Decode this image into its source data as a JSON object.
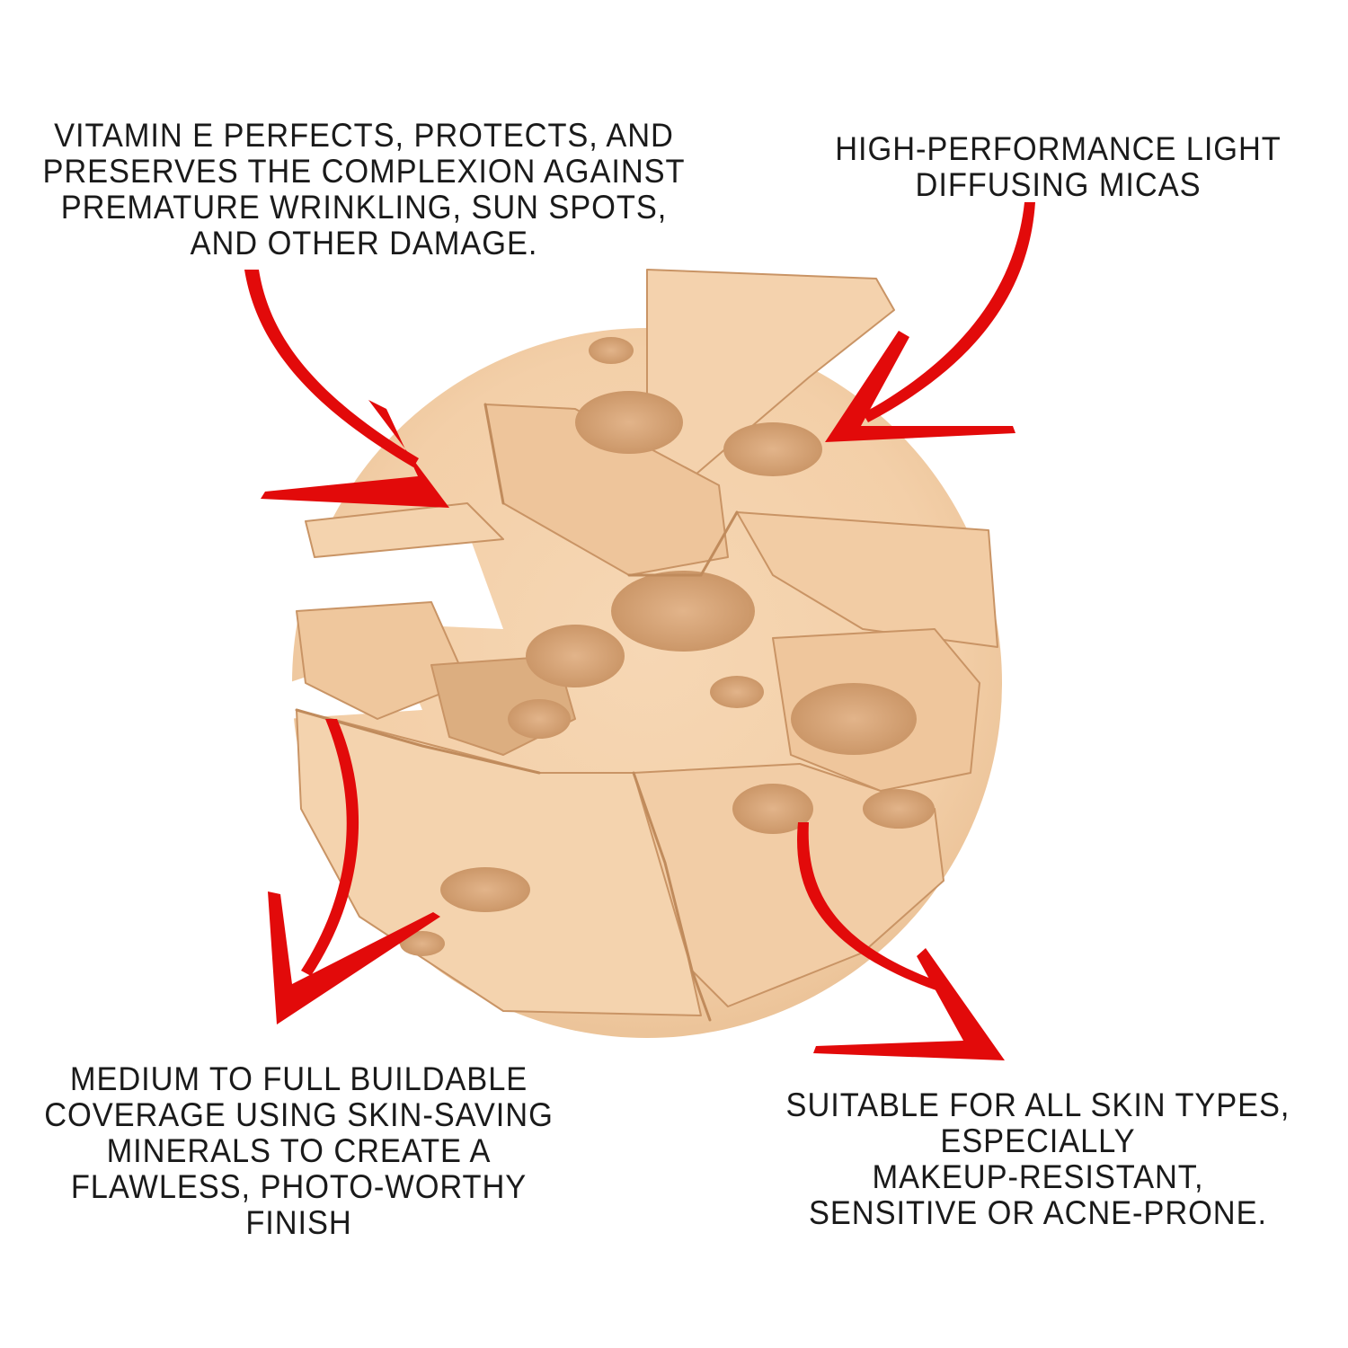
{
  "callouts": {
    "top_left": "VITAMIN E PERFECTS, PROTECTS, AND\nPRESERVES THE COMPLEXION AGAINST\nPREMATURE WRINKLING, SUN SPOTS,\nAND OTHER DAMAGE.",
    "top_right": "HIGH-PERFORMANCE LIGHT\nDIFFUSING MICAS",
    "bottom_left": "MEDIUM TO FULL BUILDABLE\nCOVERAGE USING SKIN-SAVING\nMINERALS TO CREATE A\nFLAWLESS, PHOTO-WORTHY\nFINISH",
    "bottom_right": "SUITABLE FOR ALL SKIN TYPES,\nESPECIALLY\nMAKEUP-RESISTANT,\nSENSITIVE OR ACNE-PRONE."
  },
  "colors": {
    "text": "#1a1a1a",
    "arrow": "#e20a0a",
    "powder": "#f3cfa8",
    "powder_shadow": "#d9a679",
    "background": "#ffffff"
  }
}
